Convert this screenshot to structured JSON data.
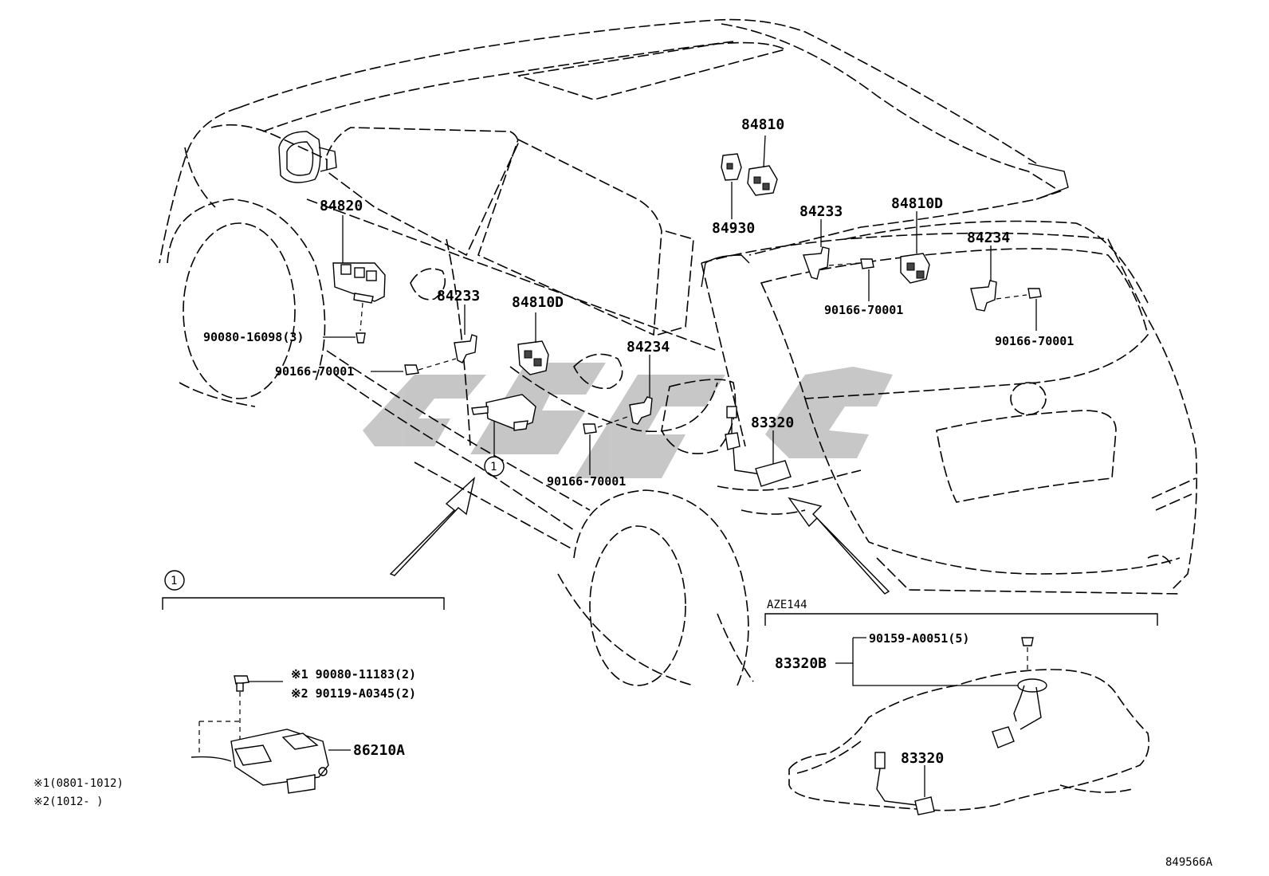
{
  "labels": {
    "p84810": "84810",
    "p84930": "84930",
    "p84820": "84820",
    "p84233_rear": "84233",
    "p84810D_rear": "84810D",
    "p84234_rear": "84234",
    "p90166_rear1": "90166-70001",
    "p90166_rear2": "90166-70001",
    "p84233_side": "84233",
    "p84810D_side": "84810D",
    "p84234_side": "84234",
    "p90080_16098": "90080-16098(3)",
    "p90166_side1": "90166-70001",
    "p90166_side2": "90166-70001",
    "p83320_main": "83320",
    "callout_1_main": "1",
    "callout_1_box": "1",
    "detail1_line1": "※1 90080-11183(2)",
    "detail1_line2": "※2 90119-A0345(2)",
    "p86210A": "86210A",
    "note1": "※1(0801-1012)",
    "note2": "※2(1012-     )",
    "variant_AZE144": "AZE144",
    "p90159": "90159-A0051(5)",
    "p83320B": "83320B",
    "p83320_tank": "83320",
    "drawing_no": "849566A"
  },
  "colors": {
    "line": "#000000",
    "watermark": "#c4c4c4",
    "background": "#ffffff"
  }
}
